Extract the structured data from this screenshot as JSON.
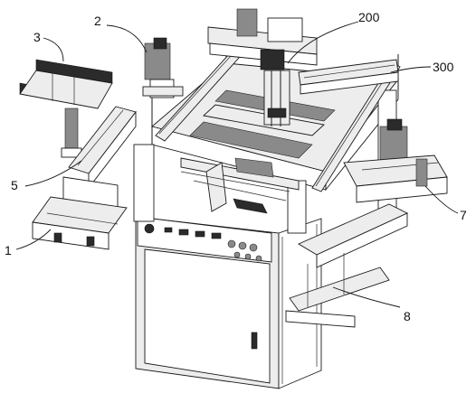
{
  "figure": {
    "labels": [
      {
        "id": "2",
        "text": "2"
      },
      {
        "id": "3",
        "text": "3"
      },
      {
        "id": "200",
        "text": "200"
      },
      {
        "id": "300",
        "text": "300"
      },
      {
        "id": "5",
        "text": "5"
      },
      {
        "id": "1",
        "text": "1"
      },
      {
        "id": "7",
        "text": "7"
      },
      {
        "id": "8",
        "text": "8"
      }
    ]
  }
}
